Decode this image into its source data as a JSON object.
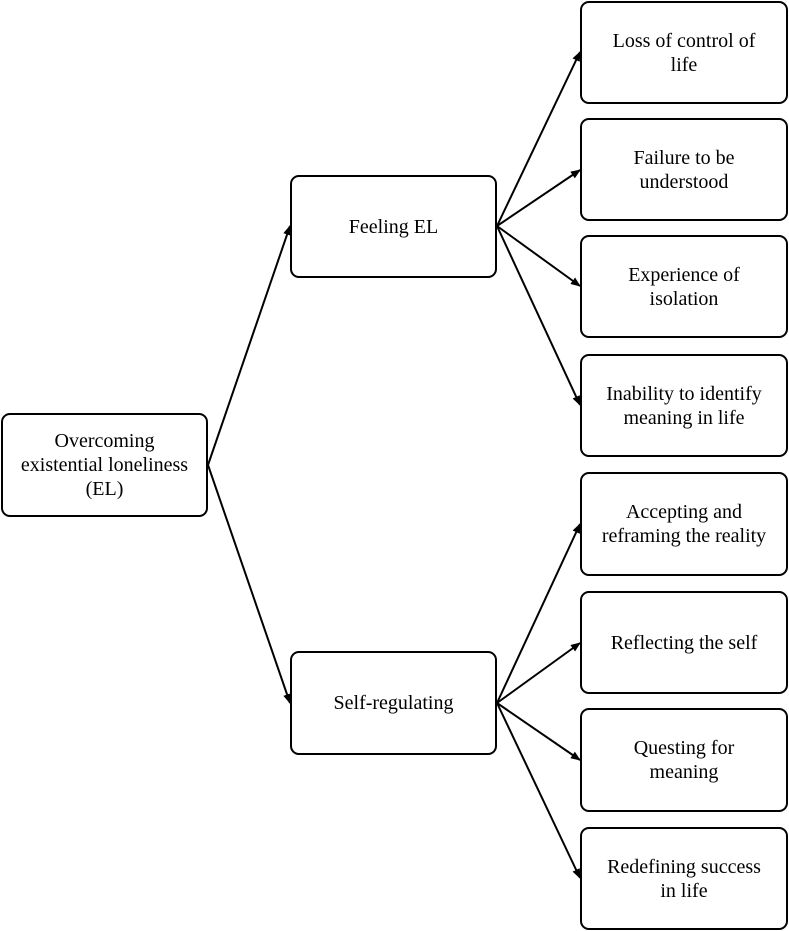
{
  "root": {
    "label_lines": [
      "Overcoming",
      "existential loneliness",
      "(EL)"
    ]
  },
  "branches": [
    {
      "label": "Feeling EL",
      "children": [
        [
          "Loss of control of",
          "life"
        ],
        [
          "Failure to be",
          "understood"
        ],
        [
          "Experience of",
          "isolation"
        ],
        [
          "Inability to identify",
          "meaning in life"
        ]
      ]
    },
    {
      "label": "Self-regulating",
      "children": [
        [
          "Accepting and",
          "reframing the reality"
        ],
        [
          "Reflecting the self"
        ],
        [
          "Questing for",
          "meaning"
        ],
        [
          "Redefining success",
          "in life"
        ]
      ]
    }
  ],
  "colors": {
    "line": "#000000",
    "box_border": "#000000",
    "background": "#ffffff"
  }
}
